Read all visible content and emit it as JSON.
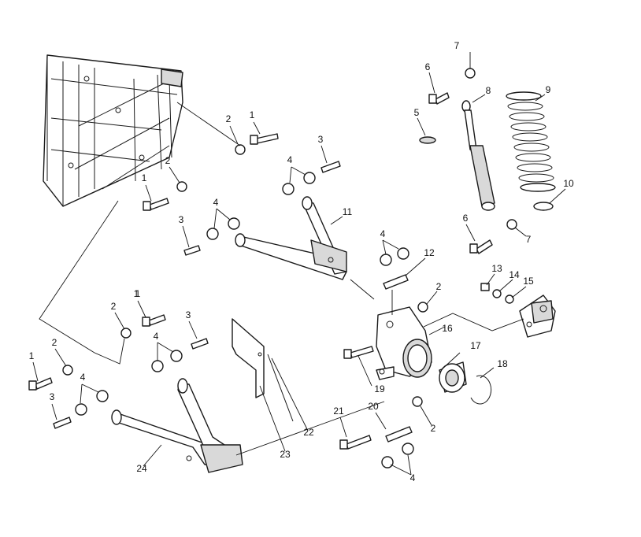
{
  "diagram": {
    "line_color": "#1a1a1a",
    "background": "#ffffff",
    "callouts": {
      "c1a": "1",
      "c2a": "2",
      "c1b": "1",
      "c3a": "3",
      "c4a": "4",
      "c2b": "2",
      "c1c": "1",
      "c3b": "3",
      "c4b": "4",
      "c11": "11",
      "c4c": "4",
      "c12": "12",
      "c7a": "7",
      "c6a": "6",
      "c8": "8",
      "c5": "5",
      "c9": "9",
      "c10": "10",
      "c6b": "6",
      "c7b": "7",
      "c13": "13",
      "c14": "14",
      "c15": "15",
      "c2c": "2",
      "c16": "16",
      "c17": "17",
      "c18": "18",
      "c19": "19",
      "c1d": "1",
      "c2d": "2",
      "c3c": "3",
      "c4d": "4",
      "c1e": "1",
      "c2e": "2",
      "c4e": "4",
      "c3d": "3",
      "c21": "21",
      "c20": "20",
      "c2f": "2",
      "c4f": "4",
      "c22": "22",
      "c23": "23",
      "c24": "24"
    }
  }
}
